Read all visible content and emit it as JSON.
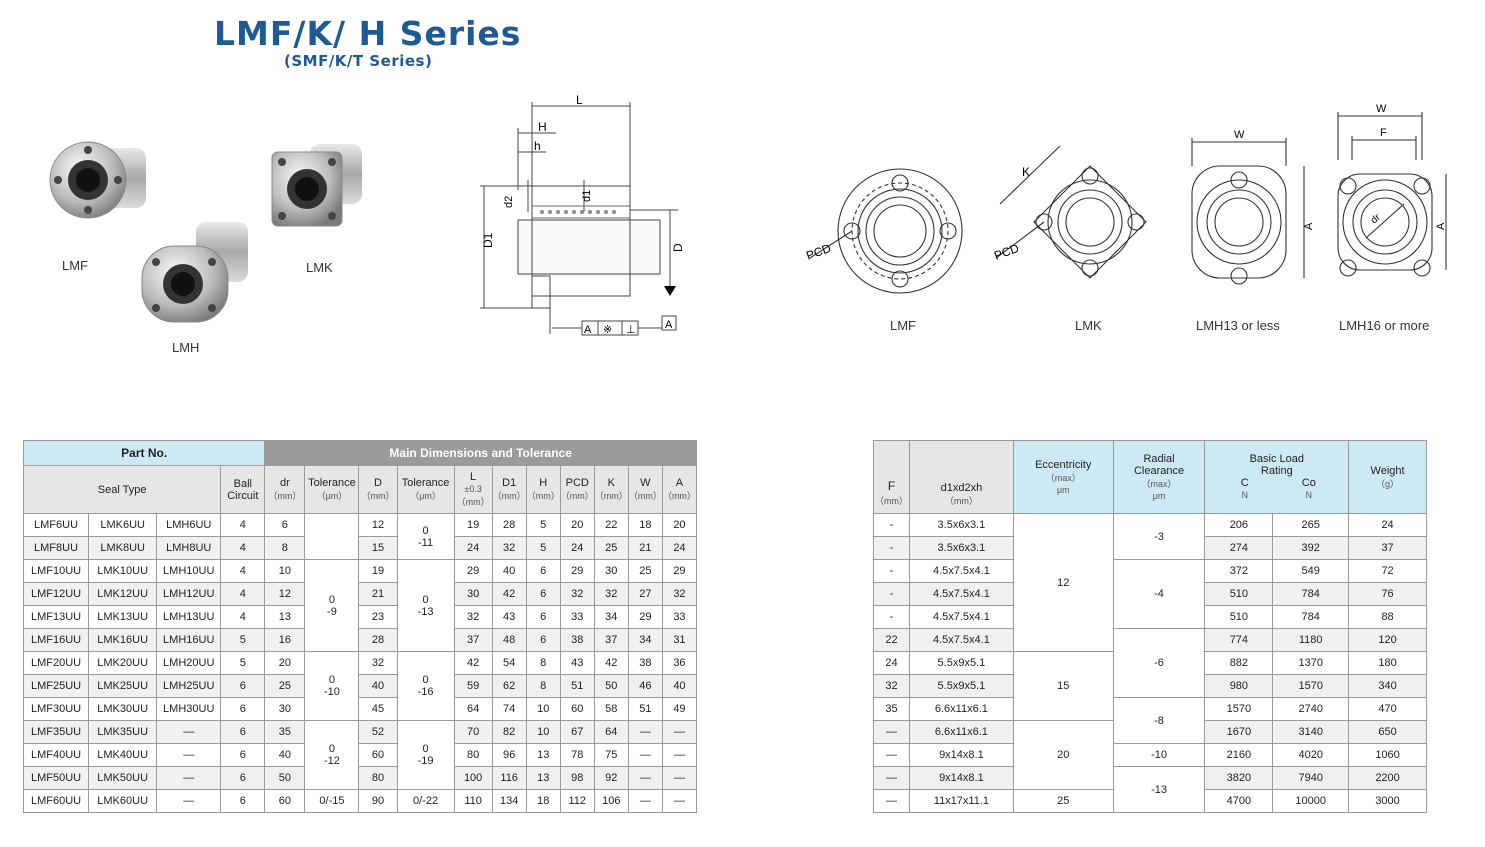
{
  "header": {
    "title": "LMF/K/ H Series",
    "subtitle": "(SMF/K/T Series)"
  },
  "photos": {
    "lmf": "LMF",
    "lmk": "LMK",
    "lmh": "LMH"
  },
  "side_drawing": {
    "L": "L",
    "H": "H",
    "h": "h",
    "d2": "d2",
    "d1": "d1",
    "D1": "D1",
    "D": "D",
    "datum": "A",
    "fcf": [
      "A",
      "※",
      "⊥"
    ]
  },
  "flange_views": {
    "lmf": "LMF",
    "lmk": "LMK",
    "lmh13": "LMH13 or less",
    "lmh16": "LMH16 or more",
    "pcd": "PCD",
    "k": "K",
    "w": "W",
    "f": "F",
    "a": "A",
    "dr": "dr"
  },
  "left_table": {
    "part_no": "Part No.",
    "main_dims": "Main Dimensions and Tolerance",
    "seal_type": "Seal Type",
    "ball_circuit": [
      "Ball",
      "Circuit"
    ],
    "unit_mm": "（mm）",
    "unit_um": "（μm）",
    "dr": "dr",
    "tolerance": "Tolerance",
    "D": "D",
    "L": "L",
    "L_tol": "±0.3",
    "D1": "D1",
    "H": "H",
    "PCD": "PCD",
    "K": "K",
    "W": "W",
    "A": "A",
    "tol_dr": [
      [
        "0",
        "-9"
      ],
      [
        "0",
        "-10"
      ],
      [
        "0",
        "-12"
      ],
      [
        "0/-15"
      ]
    ],
    "tol_D": [
      [
        "0",
        "-11"
      ],
      [
        "0",
        "-13"
      ],
      [
        "0",
        "-16"
      ],
      [
        "0",
        "-19"
      ],
      [
        "0/-22"
      ]
    ],
    "rows": [
      [
        "LMF6UU",
        "LMK6UU",
        "LMH6UU",
        "4",
        "6",
        "12",
        "19",
        "28",
        "5",
        "20",
        "22",
        "18",
        "20"
      ],
      [
        "LMF8UU",
        "LMK8UU",
        "LMH8UU",
        "4",
        "8",
        "15",
        "24",
        "32",
        "5",
        "24",
        "25",
        "21",
        "24"
      ],
      [
        "LMF10UU",
        "LMK10UU",
        "LMH10UU",
        "4",
        "10",
        "19",
        "29",
        "40",
        "6",
        "29",
        "30",
        "25",
        "29"
      ],
      [
        "LMF12UU",
        "LMK12UU",
        "LMH12UU",
        "4",
        "12",
        "21",
        "30",
        "42",
        "6",
        "32",
        "32",
        "27",
        "32"
      ],
      [
        "LMF13UU",
        "LMK13UU",
        "LMH13UU",
        "4",
        "13",
        "23",
        "32",
        "43",
        "6",
        "33",
        "34",
        "29",
        "33"
      ],
      [
        "LMF16UU",
        "LMK16UU",
        "LMH16UU",
        "5",
        "16",
        "28",
        "37",
        "48",
        "6",
        "38",
        "37",
        "34",
        "31"
      ],
      [
        "LMF20UU",
        "LMK20UU",
        "LMH20UU",
        "5",
        "20",
        "32",
        "42",
        "54",
        "8",
        "43",
        "42",
        "38",
        "36"
      ],
      [
        "LMF25UU",
        "LMK25UU",
        "LMH25UU",
        "6",
        "25",
        "40",
        "59",
        "62",
        "8",
        "51",
        "50",
        "46",
        "40"
      ],
      [
        "LMF30UU",
        "LMK30UU",
        "LMH30UU",
        "6",
        "30",
        "45",
        "64",
        "74",
        "10",
        "60",
        "58",
        "51",
        "49"
      ],
      [
        "LMF35UU",
        "LMK35UU",
        "—",
        "6",
        "35",
        "52",
        "70",
        "82",
        "10",
        "67",
        "64",
        "—",
        "—"
      ],
      [
        "LMF40UU",
        "LMK40UU",
        "—",
        "6",
        "40",
        "60",
        "80",
        "96",
        "13",
        "78",
        "75",
        "—",
        "—"
      ],
      [
        "LMF50UU",
        "LMK50UU",
        "—",
        "6",
        "50",
        "80",
        "100",
        "116",
        "13",
        "98",
        "92",
        "—",
        "—"
      ],
      [
        "LMF60UU",
        "LMK60UU",
        "—",
        "6",
        "60",
        "90",
        "110",
        "134",
        "18",
        "112",
        "106",
        "—",
        "—"
      ]
    ]
  },
  "right_table": {
    "F": "F",
    "d1xd2xh": "d1xd2xh",
    "unit_mm": "（mm）",
    "eccentricity": "Eccentricity",
    "max": "（max）",
    "um": "μm",
    "radial": "Radial",
    "clearance": "Clearance",
    "basic_load": "Basic Load",
    "rating": "Rating",
    "C": "C",
    "Co": "Co",
    "N": "N",
    "weight": "Weight",
    "g": "（g）",
    "ecc": [
      "12",
      "15",
      "20",
      "25"
    ],
    "rad": [
      "-3",
      "-4",
      "-6",
      "-8",
      "-10",
      "-13"
    ],
    "rows": [
      [
        "-",
        "3.5x6x3.1",
        "206",
        "265",
        "24"
      ],
      [
        "-",
        "3.5x6x3.1",
        "274",
        "392",
        "37"
      ],
      [
        "-",
        "4.5x7.5x4.1",
        "372",
        "549",
        "72"
      ],
      [
        "-",
        "4.5x7.5x4.1",
        "510",
        "784",
        "76"
      ],
      [
        "-",
        "4.5x7.5x4.1",
        "510",
        "784",
        "88"
      ],
      [
        "22",
        "4.5x7.5x4.1",
        "774",
        "1180",
        "120"
      ],
      [
        "24",
        "5.5x9x5.1",
        "882",
        "1370",
        "180"
      ],
      [
        "32",
        "5.5x9x5.1",
        "980",
        "1570",
        "340"
      ],
      [
        "35",
        "6.6x11x6.1",
        "1570",
        "2740",
        "470"
      ],
      [
        "—",
        "6.6x11x6.1",
        "1670",
        "3140",
        "650"
      ],
      [
        "—",
        "9x14x8.1",
        "2160",
        "4020",
        "1060"
      ],
      [
        "—",
        "9x14x8.1",
        "3820",
        "7940",
        "2200"
      ],
      [
        "—",
        "11x17x11.1",
        "4700",
        "10000",
        "3000"
      ]
    ]
  }
}
